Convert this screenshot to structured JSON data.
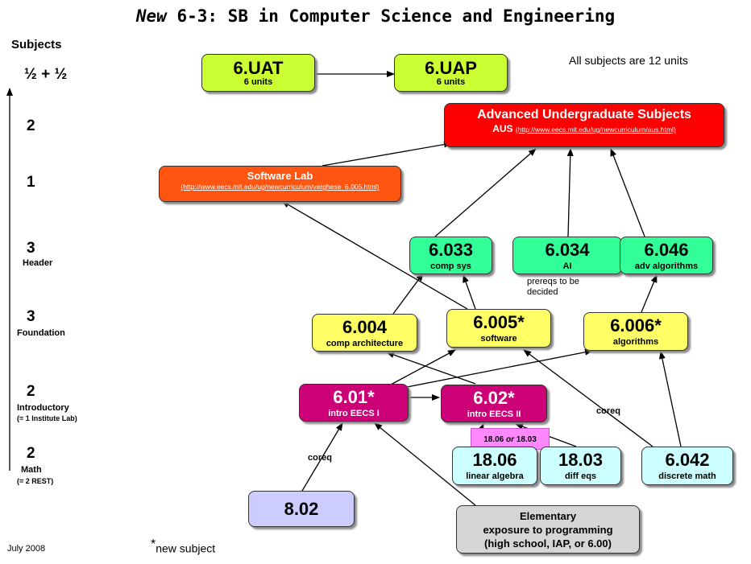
{
  "title": {
    "prefix": "New",
    "rest": "6-3: SB in Computer Science and Engineering"
  },
  "note_units": "All subjects are 12 units",
  "axis_title": "Subjects",
  "levels": [
    {
      "count": "½ + ½",
      "label": ""
    },
    {
      "count": "2",
      "label": ""
    },
    {
      "count": "1",
      "label": ""
    },
    {
      "count": "3",
      "label": "Header"
    },
    {
      "count": "3",
      "label": "Foundation"
    },
    {
      "count": "2",
      "label": "Introductory",
      "sublabel": "(= 1 Institute Lab)"
    },
    {
      "count": "2",
      "label": "Math",
      "sublabel": "(= 2 REST)"
    }
  ],
  "boxes": {
    "uat": {
      "num": "6.UAT",
      "sub": "6 units"
    },
    "uap": {
      "num": "6.UAP",
      "sub": "6 units"
    },
    "aus": {
      "title": "Advanced Undergraduate Subjects",
      "abbr": "AUS",
      "url": "(http://www.eecs.mit.edu/ug/newcurriculum/aus.html)"
    },
    "swlab": {
      "title": "Software Lab",
      "url": "(http://www.eecs.mit.edu/ug/newcurriculum/verghese_6.005.html)"
    },
    "s6033": {
      "num": "6.033",
      "sub": "comp sys"
    },
    "s6034": {
      "num": "6.034",
      "sub": "AI",
      "note": "prereqs to be decided"
    },
    "s6046": {
      "num": "6.046",
      "sub": "adv algorithms"
    },
    "s6004": {
      "num": "6.004",
      "sub": "comp architecture"
    },
    "s6005": {
      "num": "6.005*",
      "sub": "software"
    },
    "s6006": {
      "num": "6.006*",
      "sub": "algorithms"
    },
    "s601": {
      "num": "6.01*",
      "sub": "intro EECS I"
    },
    "s602": {
      "num": "6.02*",
      "sub": "intro EECS II"
    },
    "s1806": {
      "num": "18.06",
      "sub": "linear algebra"
    },
    "s1803": {
      "num": "18.03",
      "sub": "diff eqs"
    },
    "s6042": {
      "num": "6.042",
      "sub": "discrete math"
    },
    "s802": {
      "num": "8.02"
    },
    "elem": {
      "line1": "Elementary",
      "line2": "exposure to programming",
      "line3": "(high school, IAP, or 6.00)"
    }
  },
  "math_option": {
    "a": "18.06",
    "or": "or",
    "b": "18.03"
  },
  "coreq_label": "coreq",
  "footer": {
    "date": "July 2008",
    "star": "*",
    "new_subject": "new subject"
  },
  "colors": {
    "lime": "#ccff33",
    "yellow": "#ffff66",
    "green": "#33ff99",
    "cyan": "#ccffff",
    "magenta": "#cc0077",
    "red": "#ff0000",
    "orange": "#ff5511",
    "lavender": "#ccccff",
    "gray": "#d6d6d6",
    "pink": "#ff88ff"
  }
}
